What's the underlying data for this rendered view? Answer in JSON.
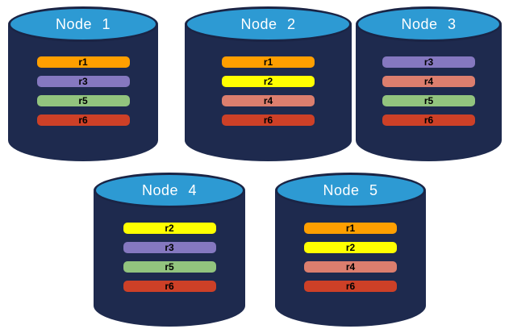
{
  "diagram": {
    "nodes": [
      {
        "name": "Node 1",
        "replicas": [
          "r1",
          "r3",
          "r5",
          "r6"
        ]
      },
      {
        "name": "Node 2",
        "replicas": [
          "r1",
          "r2",
          "r4",
          "r6"
        ]
      },
      {
        "name": "Node 3",
        "replicas": [
          "r3",
          "r4",
          "r5",
          "r6"
        ]
      },
      {
        "name": "Node 4",
        "replicas": [
          "r2",
          "r3",
          "r5",
          "r6"
        ]
      },
      {
        "name": "Node 5",
        "replicas": [
          "r1",
          "r2",
          "r4",
          "r6"
        ]
      }
    ],
    "replica_colors": {
      "r1": "#FF9F00",
      "r2": "#FFFF00",
      "r3": "#8578C0",
      "r4": "#DC7E6E",
      "r5": "#92C47E",
      "r6": "#CD4027"
    },
    "node_colors": {
      "body": "#1E2A4E",
      "top": "#2D9AD3",
      "outline": "#1A2445",
      "title_text": "#FFFFFF",
      "replica_text": "#000000"
    }
  }
}
